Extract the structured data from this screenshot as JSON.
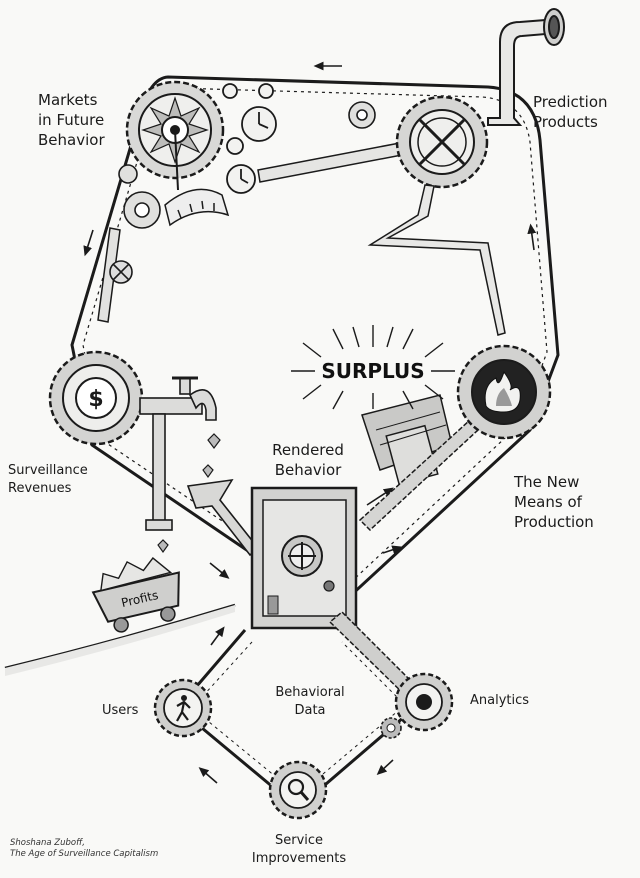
{
  "labels": {
    "markets": "Markets\nin Future\nBehavior",
    "prediction": "Prediction\nProducts",
    "surveillance": "Surveillance\nRevenues",
    "rendered": "Rendered\nBehavior",
    "new_means": "The New\nMeans of\nProduction",
    "behavioral": "Behavioral\nData",
    "users": "Users",
    "analytics": "Analytics",
    "service": "Service\nImprovements",
    "surplus": "SURPLUS",
    "profits": "Profits",
    "currency_symbol": "$"
  },
  "credit": {
    "author": "Shoshana Zuboff,",
    "book": "The Age of Surveillance Capitalism"
  },
  "colors": {
    "ink": "#1b1b1b",
    "fire": "#222222",
    "paper": "#f9f9f7"
  },
  "icons": [
    "gear-icon",
    "dollar-gear-icon",
    "walking-person-icon",
    "magnifier-icon",
    "fire-gear-icon",
    "clock-icon",
    "crossed-gear-icon",
    "safe-icon",
    "faucet-icon",
    "funnel-icon",
    "mine-cart-icon",
    "pipe-icon"
  ]
}
